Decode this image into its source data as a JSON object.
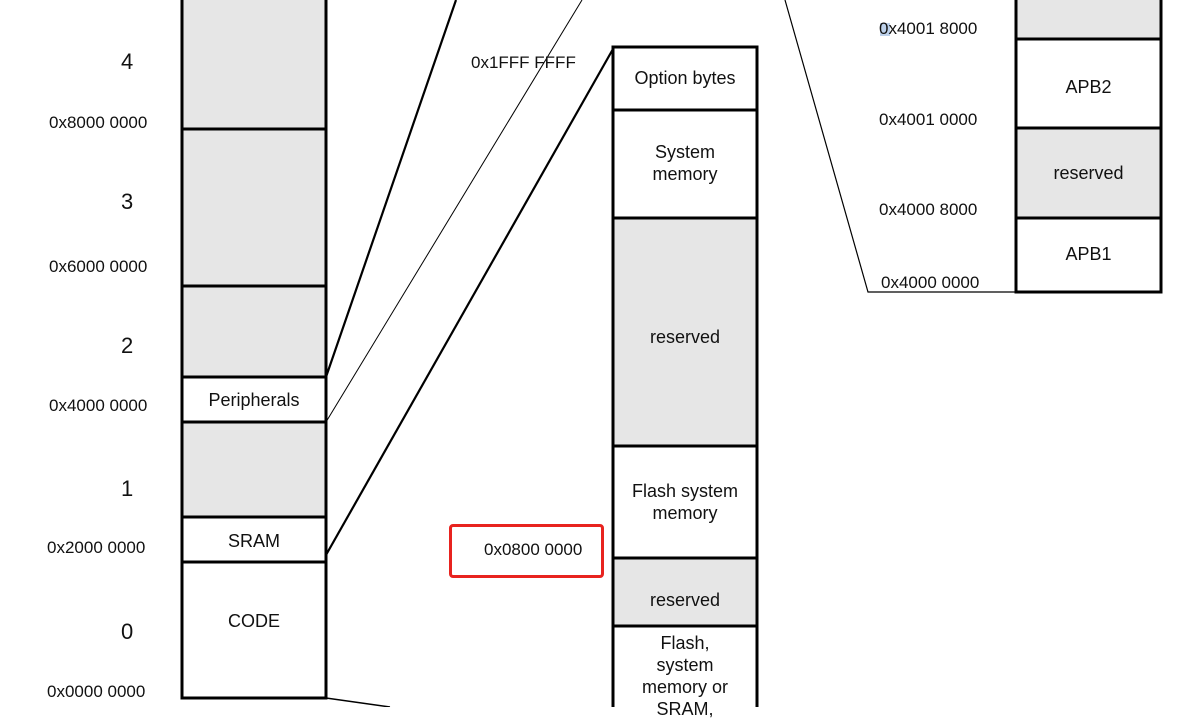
{
  "colors": {
    "reserved_fill": "#e6e6e6",
    "block_border": "#000000",
    "highlight": "#e8231f"
  },
  "main_map": {
    "region_numbers": [
      "4",
      "3",
      "2",
      "1",
      "0"
    ],
    "addresses": [
      "0x8000 0000",
      "0x6000 0000",
      "0x4000 0000",
      "0x2000 0000",
      "0x0000 0000"
    ],
    "blocks": {
      "peripherals": "Peripherals",
      "sram": "SRAM",
      "code": "CODE"
    }
  },
  "code_map": {
    "top_address": "0x1FFF FFFF",
    "highlighted_address": "0x0800 0000",
    "blocks": {
      "option_bytes": "Option bytes",
      "system_memory": "System memory",
      "reserved": "reserved",
      "flash_system_memory": "Flash system memory",
      "reserved_2": "reserved",
      "aliased": "Flash, system memory or SRAM,"
    }
  },
  "peripheral_map": {
    "addresses": [
      "0x4001 8000",
      "0x4001 0000",
      "0x4000 8000",
      "0x4000 0000"
    ],
    "blocks": {
      "apb2": "APB2",
      "reserved": "reserved",
      "apb1": "APB1"
    }
  }
}
